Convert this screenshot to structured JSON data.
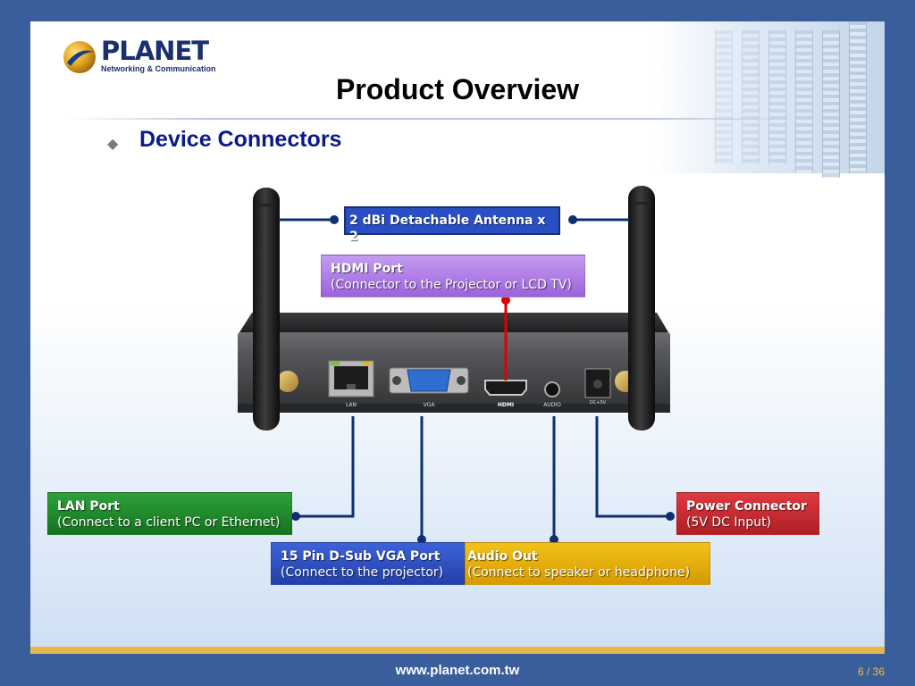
{
  "logo": {
    "name": "PLANET",
    "tagline": "Networking & Communication"
  },
  "title": "Product Overview",
  "subtitle": "Device Connectors",
  "device": {
    "port_labels": {
      "lan": "LAN",
      "vga": "VGA",
      "hdmi": "HDMI",
      "audio": "AUDIO",
      "dc": "DC+5V"
    }
  },
  "callouts": {
    "antenna": {
      "title": "2 dBi Detachable Antenna x 2",
      "color": "#2a4fc4"
    },
    "hdmi": {
      "title": "HDMI Port",
      "sub": "(Connector to the Projector or LCD TV)",
      "color": "#a873e0"
    },
    "lan": {
      "title": "LAN Port",
      "sub": "(Connect to a client PC or Ethernet)",
      "color": "#1f8a2a"
    },
    "vga": {
      "title": "15 Pin D-Sub VGA Port",
      "sub": "(Connect to the projector)",
      "color": "#2a4fc4"
    },
    "audio": {
      "title": "Audio Out",
      "sub": "(Connect to speaker or headphone)",
      "color": "#e0a800"
    },
    "power": {
      "title": "Power Connector",
      "sub": "(5V DC Input)",
      "color": "#c82a30"
    }
  },
  "footer": {
    "url": "www.planet.com.tw",
    "page": "6 / 36"
  }
}
